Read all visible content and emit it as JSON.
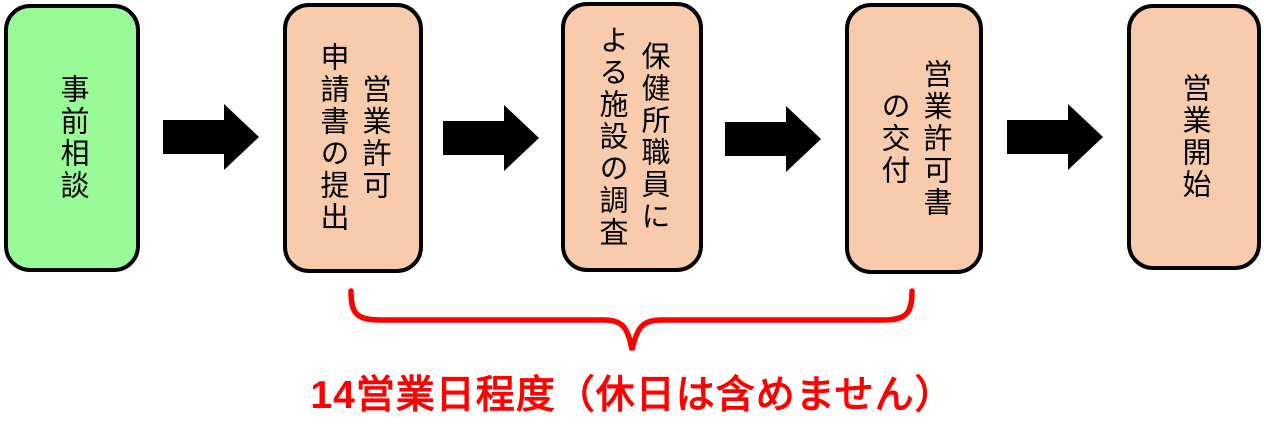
{
  "diagram": {
    "title_hint": "food business permit application flow",
    "steps": [
      {
        "lines": [
          "事前相談"
        ]
      },
      {
        "lines": [
          "営業許可",
          "申請書の提出"
        ]
      },
      {
        "lines": [
          "保健所職員に",
          "よる施設の調査"
        ]
      },
      {
        "lines": [
          "営業許可書",
          "の交付"
        ]
      },
      {
        "lines": [
          "営業開始"
        ]
      }
    ],
    "arrow_icon": "right-block-arrow",
    "annotation": "14営業日程度（休日は含めません）",
    "colors": {
      "start_step_fill": "#98FB98",
      "step_fill": "#F8CBAD",
      "outline": "#000000",
      "arrow": "#000000",
      "annotation_red": "#FF0000"
    }
  }
}
